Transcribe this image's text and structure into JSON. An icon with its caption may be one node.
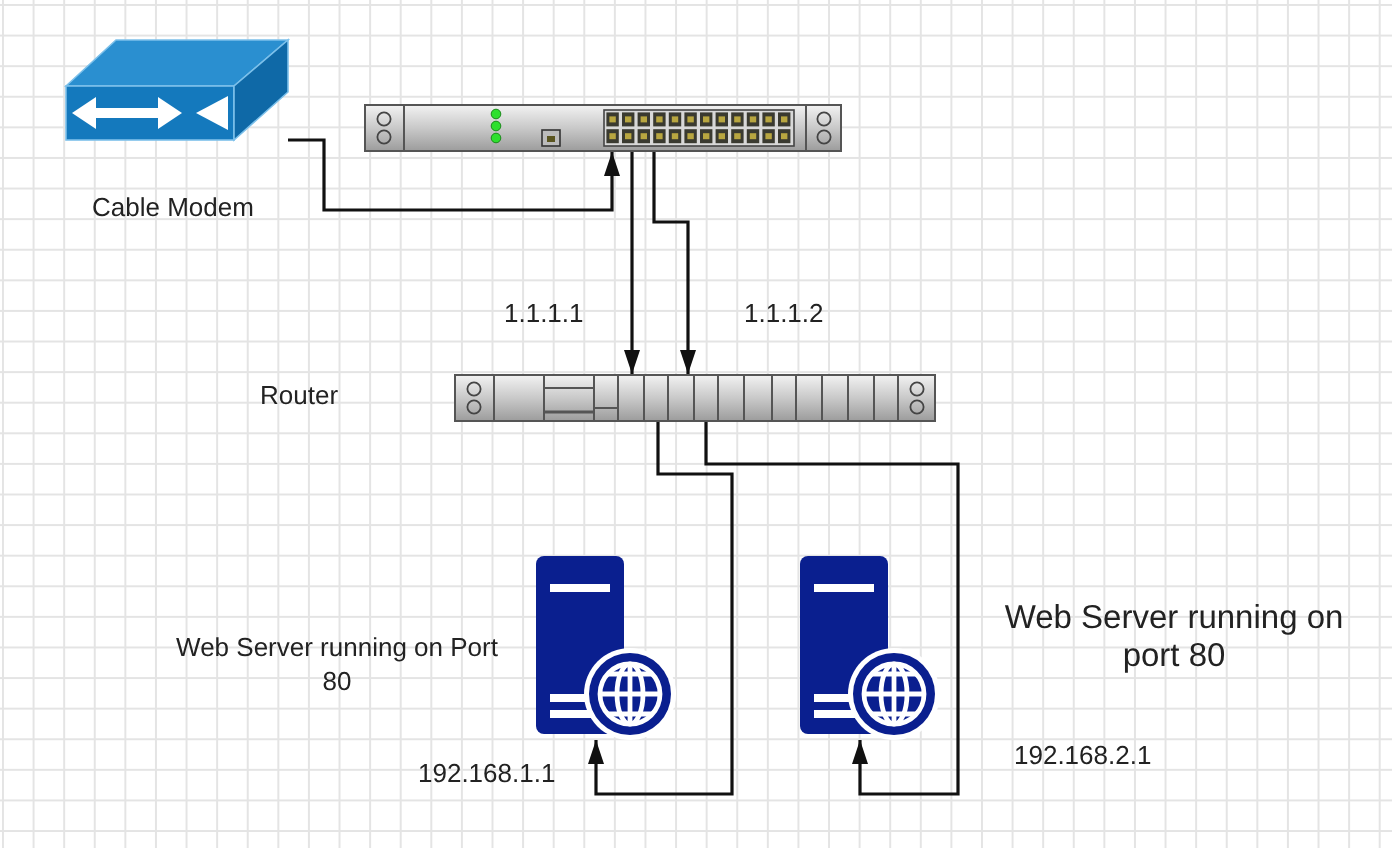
{
  "diagram": {
    "nodes": [
      {
        "text": [],
        "shape": "picture",
        "beside": [
          "Cable Modem"
        ]
      },
      {
        "text": [],
        "shape": "picture"
      },
      {
        "text": [],
        "shape": "picture"
      },
      {
        "text": [],
        "shape": "picture",
        "beside": [
          "Web Server running on Port 80"
        ]
      },
      {
        "text": [],
        "shape": "picture",
        "beside": [
          "Web Server running on port 80"
        ]
      }
    ],
    "edges": [
      {
        "from": 0,
        "to": 1,
        "arrow": "to"
      },
      {
        "from": 1,
        "to": 2,
        "arrow": "to",
        "label": "1.1.1.1"
      },
      {
        "from": 1,
        "to": 2,
        "arrow": "to",
        "label": "1.1.1.2"
      },
      {
        "from": 2,
        "to": 3,
        "arrow": "to",
        "label": "192.168.1.1"
      },
      {
        "from": 2,
        "to": 4,
        "arrow": "to",
        "label": "192.168.2.1"
      }
    ],
    "labels": [
      "Router"
    ]
  }
}
